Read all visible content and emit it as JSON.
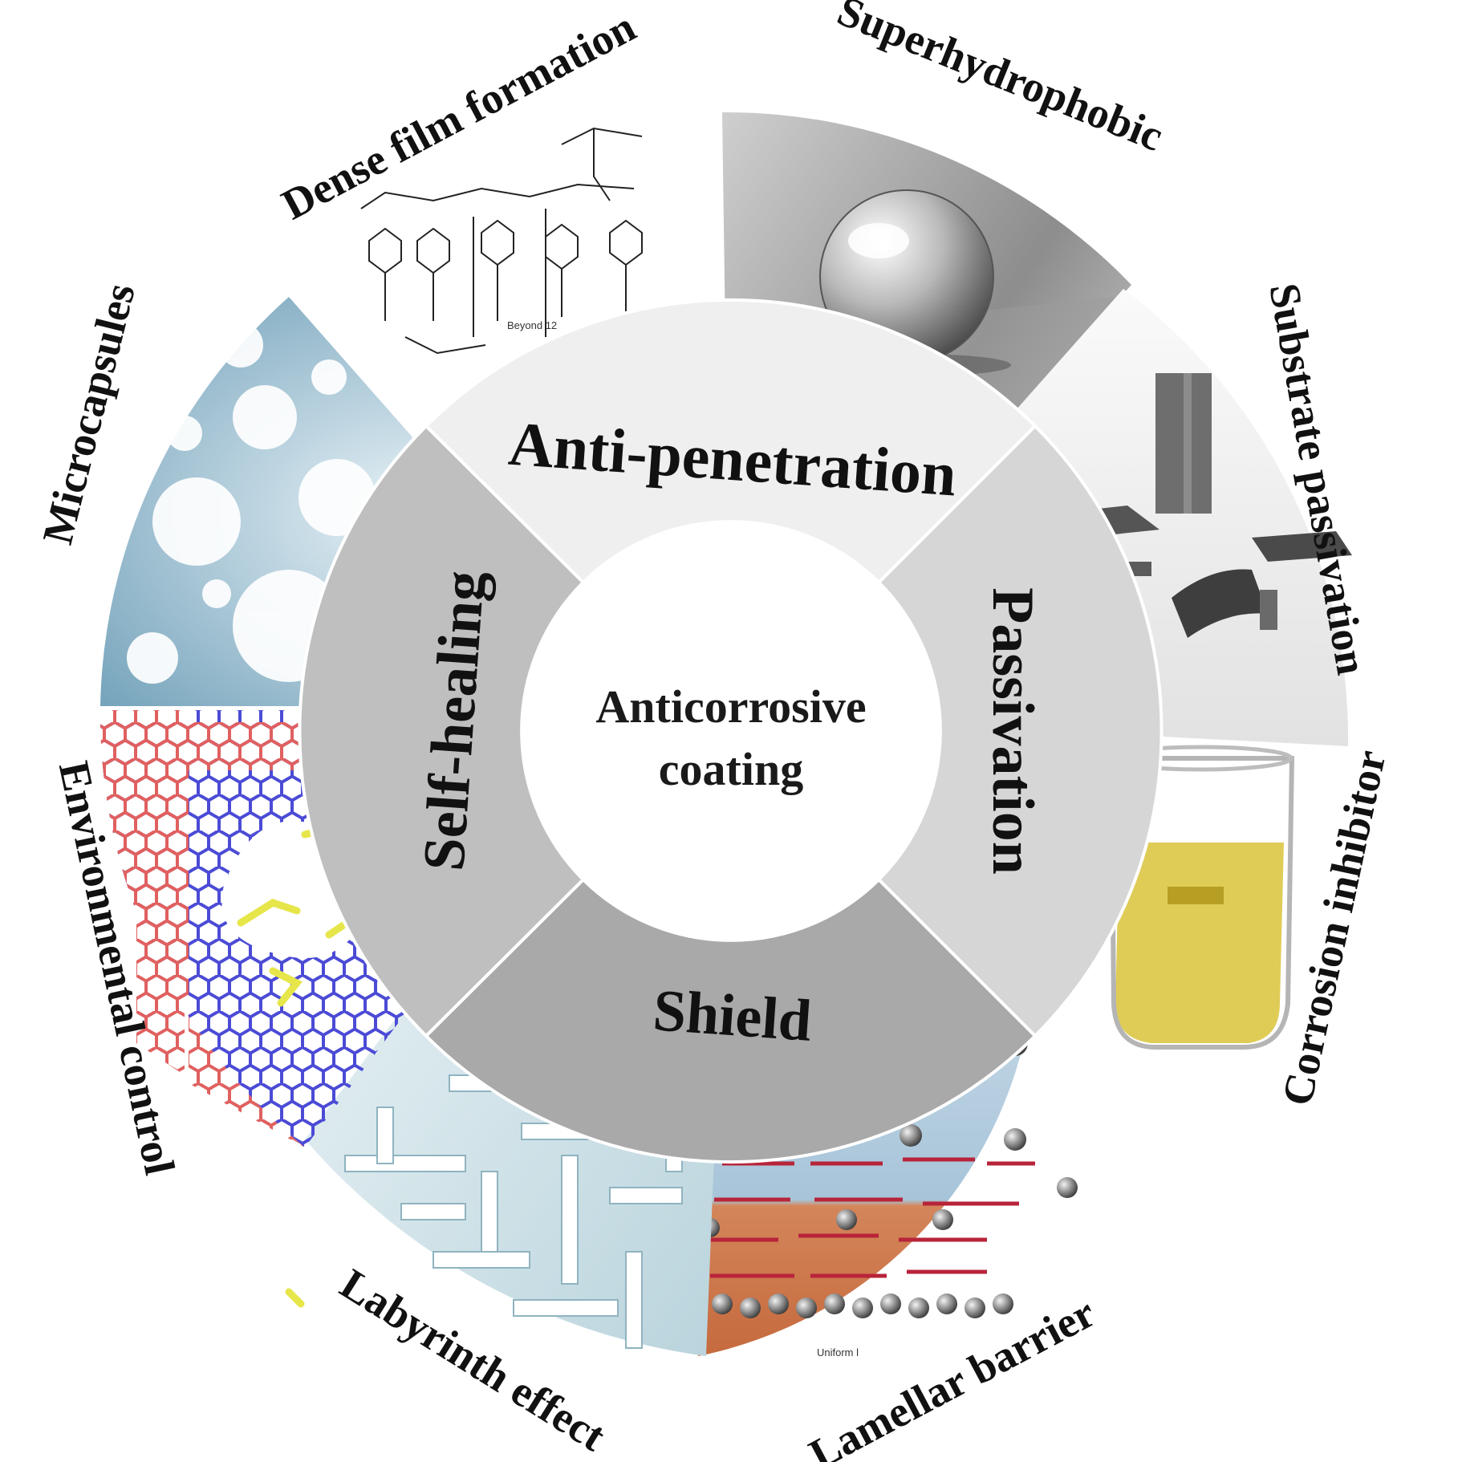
{
  "center": {
    "line1": "Anticorrosive",
    "line2": "coating"
  },
  "ring": {
    "top": "Anti-penetration",
    "right": "Passivation",
    "bottom": "Shield",
    "left": "Self-healing"
  },
  "outer": {
    "dense_film": "Dense film formation",
    "superhydrophobic": "Superhydrophobic",
    "substrate_passivation": "Substrate passivation",
    "corrosion_inhibitor": "Corrosion inhibitor",
    "lamellar_barrier": "Lamellar barrier",
    "labyrinth_effect": "Labyrinth effect",
    "environmental_control": "Environmental control",
    "microcapsules": "Microcapsules"
  },
  "embedded_text": {
    "uniform_layer": "Uniform l",
    "beyond": "Beyond 12"
  },
  "colors": {
    "ring_top": "#efefef",
    "ring_right": "#d6d6d6",
    "ring_bottom": "#a9a9a9",
    "ring_left": "#bfbfbf",
    "graphene_blue": "#4b4bd6",
    "graphene_red": "#e06060",
    "molecule_yellow": "#e6e64a",
    "lamella_red": "#b8243a",
    "oil_yellow": "#d9c33a"
  }
}
